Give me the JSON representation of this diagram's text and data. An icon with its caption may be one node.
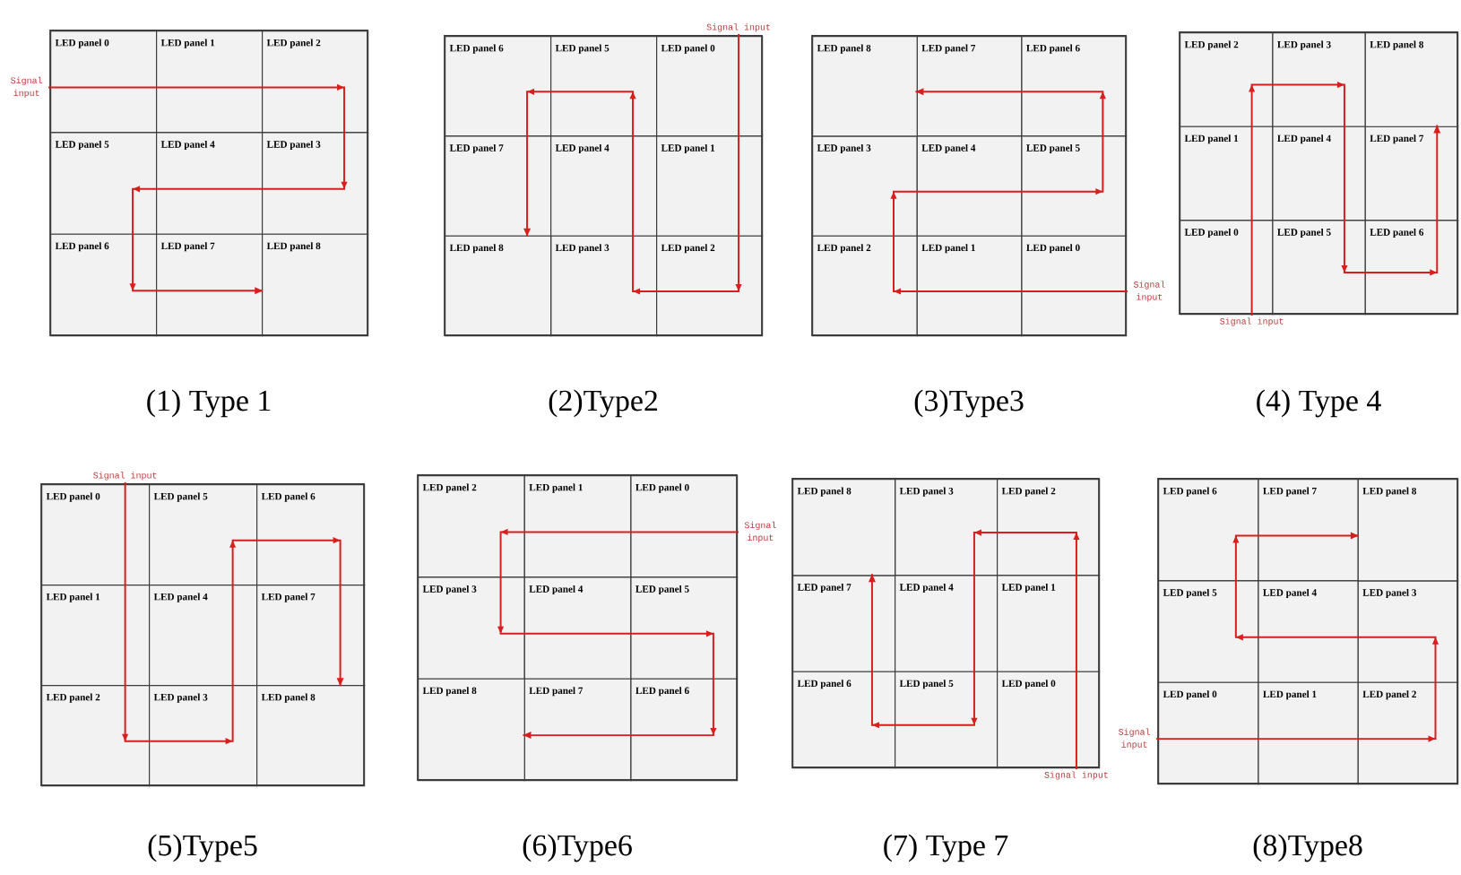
{
  "diagram": {
    "nodes": [
      {
        "text": [
          "Signal input"
        ]
      },
      {
        "text": [
          "LED panel 8"
        ]
      },
      {
        "text": [
          "Signal input"
        ]
      },
      {
        "text": [
          "LED panel 8"
        ]
      },
      {
        "text": [
          "Signal input"
        ]
      },
      {
        "text": [
          "LED panel 8"
        ]
      },
      {
        "text": [
          "Signal input"
        ]
      },
      {
        "text": [
          "LED panel 8"
        ]
      },
      {
        "text": [
          "Signal input"
        ]
      },
      {
        "text": [
          "LED panel 8"
        ]
      },
      {
        "text": [
          "Signal input"
        ]
      },
      {
        "text": [
          "LED panel 8"
        ]
      },
      {
        "text": [
          "Signal input"
        ]
      },
      {
        "text": [
          "LED panel 8"
        ]
      },
      {
        "text": [
          "Signal input"
        ]
      },
      {
        "text": [
          "LED panel 8"
        ]
      }
    ],
    "edges": [
      {
        "from": 0,
        "to": 1,
        "arrow": "to"
      },
      {
        "from": 2,
        "to": 3,
        "arrow": "to"
      },
      {
        "from": 4,
        "to": 5,
        "arrow": "to"
      },
      {
        "from": 6,
        "to": 7,
        "arrow": "to"
      },
      {
        "from": 8,
        "to": 9,
        "arrow": "to"
      },
      {
        "from": 10,
        "to": 11,
        "arrow": "to"
      },
      {
        "from": 12,
        "to": 13,
        "arrow": "to"
      },
      {
        "from": 14,
        "to": 15,
        "arrow": "to"
      }
    ],
    "labels": [
      "LED panel 0",
      "LED panel 1",
      "LED panel 2",
      "LED panel 5",
      "LED panel 4",
      "LED panel 3",
      "LED panel 6",
      "LED panel 7",
      "(1) Type 1",
      "LED panel 6",
      "LED panel 5",
      "LED panel 0",
      "LED panel 7",
      "LED panel 4",
      "LED panel 1",
      "LED panel 3",
      "LED panel 2",
      "(2)Type2",
      "LED panel 7",
      "LED panel 6",
      "LED panel 3",
      "LED panel 4",
      "LED panel 5",
      "LED panel 2",
      "LED panel 1",
      "LED panel 0",
      "(3)Type3",
      "LED panel 2",
      "LED panel 3",
      "LED panel 1",
      "LED panel 4",
      "LED panel 7",
      "LED panel 0",
      "LED panel 5",
      "LED panel 6",
      "(4) Type 4",
      "LED panel 0",
      "LED panel 5",
      "LED panel 6",
      "LED panel 1",
      "LED panel 4",
      "LED panel 7",
      "LED panel 2",
      "LED panel 3",
      "(5)Type5",
      "LED panel 2",
      "LED panel 1",
      "LED panel 0",
      "LED panel 3",
      "LED panel 4",
      "LED panel 5",
      "LED panel 7",
      "LED panel 6",
      "(6)Type6",
      "LED panel 3",
      "LED panel 2",
      "LED panel 7",
      "LED panel 4",
      "LED panel 1",
      "LED panel 6",
      "LED panel 5",
      "LED panel 0",
      "(7) Type 7",
      "LED panel 6",
      "LED panel 7",
      "LED panel 5",
      "LED panel 4",
      "LED panel 3",
      "LED panel 0",
      "LED panel 1",
      "LED panel 2",
      "(8)Type8"
    ]
  }
}
